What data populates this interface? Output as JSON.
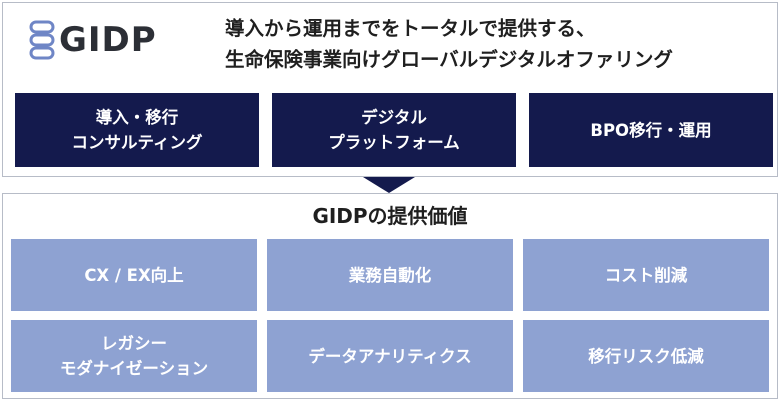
{
  "brand": {
    "logo_text": "GIDP"
  },
  "headline": {
    "line1": "導入から運用までをトータルで提供する、",
    "line2": "生命保険事業向けグローバルデジタルオファリング"
  },
  "offerings": [
    {
      "label": "導入・移行\nコンサルティング"
    },
    {
      "label": "デジタル\nプラットフォーム"
    },
    {
      "label": "BPO移行・運用"
    }
  ],
  "value_section": {
    "title": "GIDPの提供価値",
    "items": [
      {
        "label": "CX / EX向上"
      },
      {
        "label": "業務自動化"
      },
      {
        "label": "コスト削減"
      },
      {
        "label": "レガシー\nモダナイゼーション"
      },
      {
        "label": "データアナリティクス"
      },
      {
        "label": "移行リスク低減"
      }
    ]
  },
  "colors": {
    "offering_bg": "#141a4d",
    "value_bg": "#8ea2d2",
    "logo_mark": "#6f86c6",
    "border": "#b7bcc7"
  }
}
